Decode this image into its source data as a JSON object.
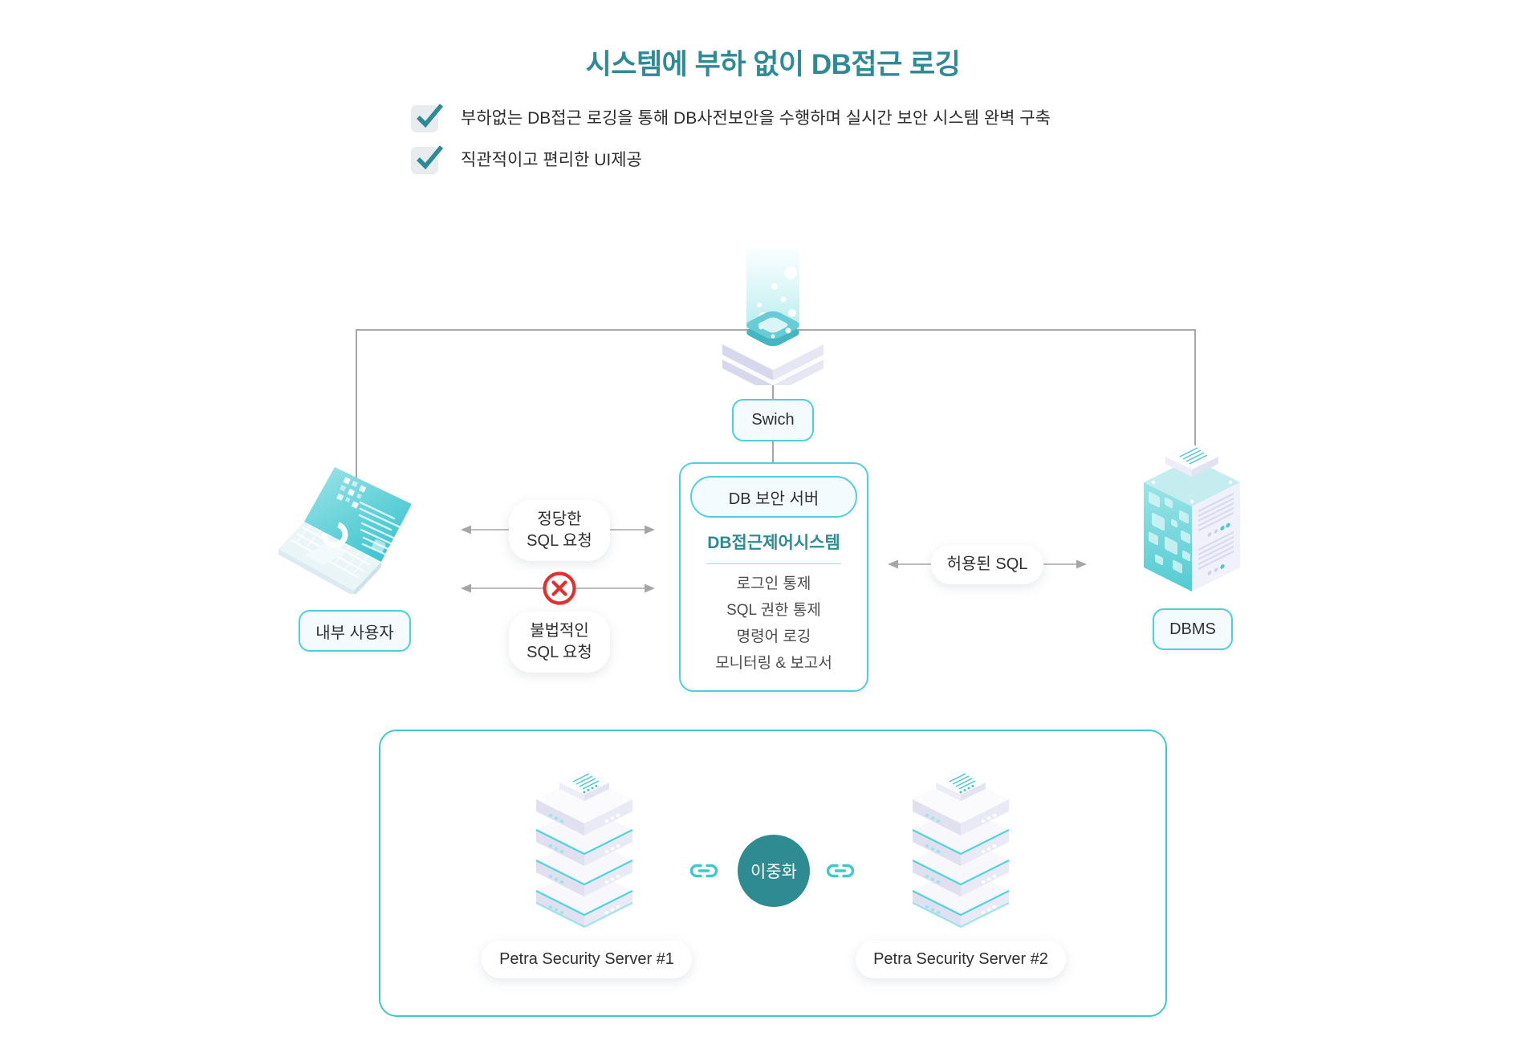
{
  "page": {
    "title": "시스템에 부하 없이 DB접근 로깅",
    "bullets": [
      "부하없는 DB접근 로깅을 통해 DB사전보안을 수행하며 실시간 보안 시스템 완벽 구축",
      "직관적이고 편리한 UI제공"
    ]
  },
  "diagram": {
    "switch_label": "Swich",
    "user_label": "내부 사용자",
    "dbms_label": "DBMS",
    "security_server": {
      "header": "DB 보안 서버",
      "subtitle": "DB접근제어시스템",
      "features": [
        "로그인 통제",
        "SQL 권한 통제",
        "명령어 로깅",
        "모니터링 & 보고서"
      ]
    },
    "flows": {
      "valid_sql": {
        "line1": "정당한",
        "line2": "SQL 요청"
      },
      "illegal_sql": {
        "line1": "불법적인",
        "line2": "SQL 요청"
      },
      "allowed_sql": "허용된 SQL"
    }
  },
  "ha_section": {
    "redundancy_label": "이중화",
    "server1_label": "Petra Security Server #1",
    "server2_label": "Petra Security Server #2"
  },
  "icons": {
    "check": "check-mark",
    "switch": "isometric-switch-stack",
    "laptop": "isometric-laptop",
    "dbms": "isometric-server-tower",
    "server_stack": "isometric-server-stack",
    "link": "chain-link",
    "blocked": "red-circle-x"
  },
  "colors": {
    "accent_teal": "#2E8B96",
    "border_cyan": "#4FD0D8",
    "container_cyan": "#3FC9CD",
    "redundancy_teal": "#2E8B92",
    "error_red": "#E23030",
    "connector_gray": "#A6A6A6"
  }
}
